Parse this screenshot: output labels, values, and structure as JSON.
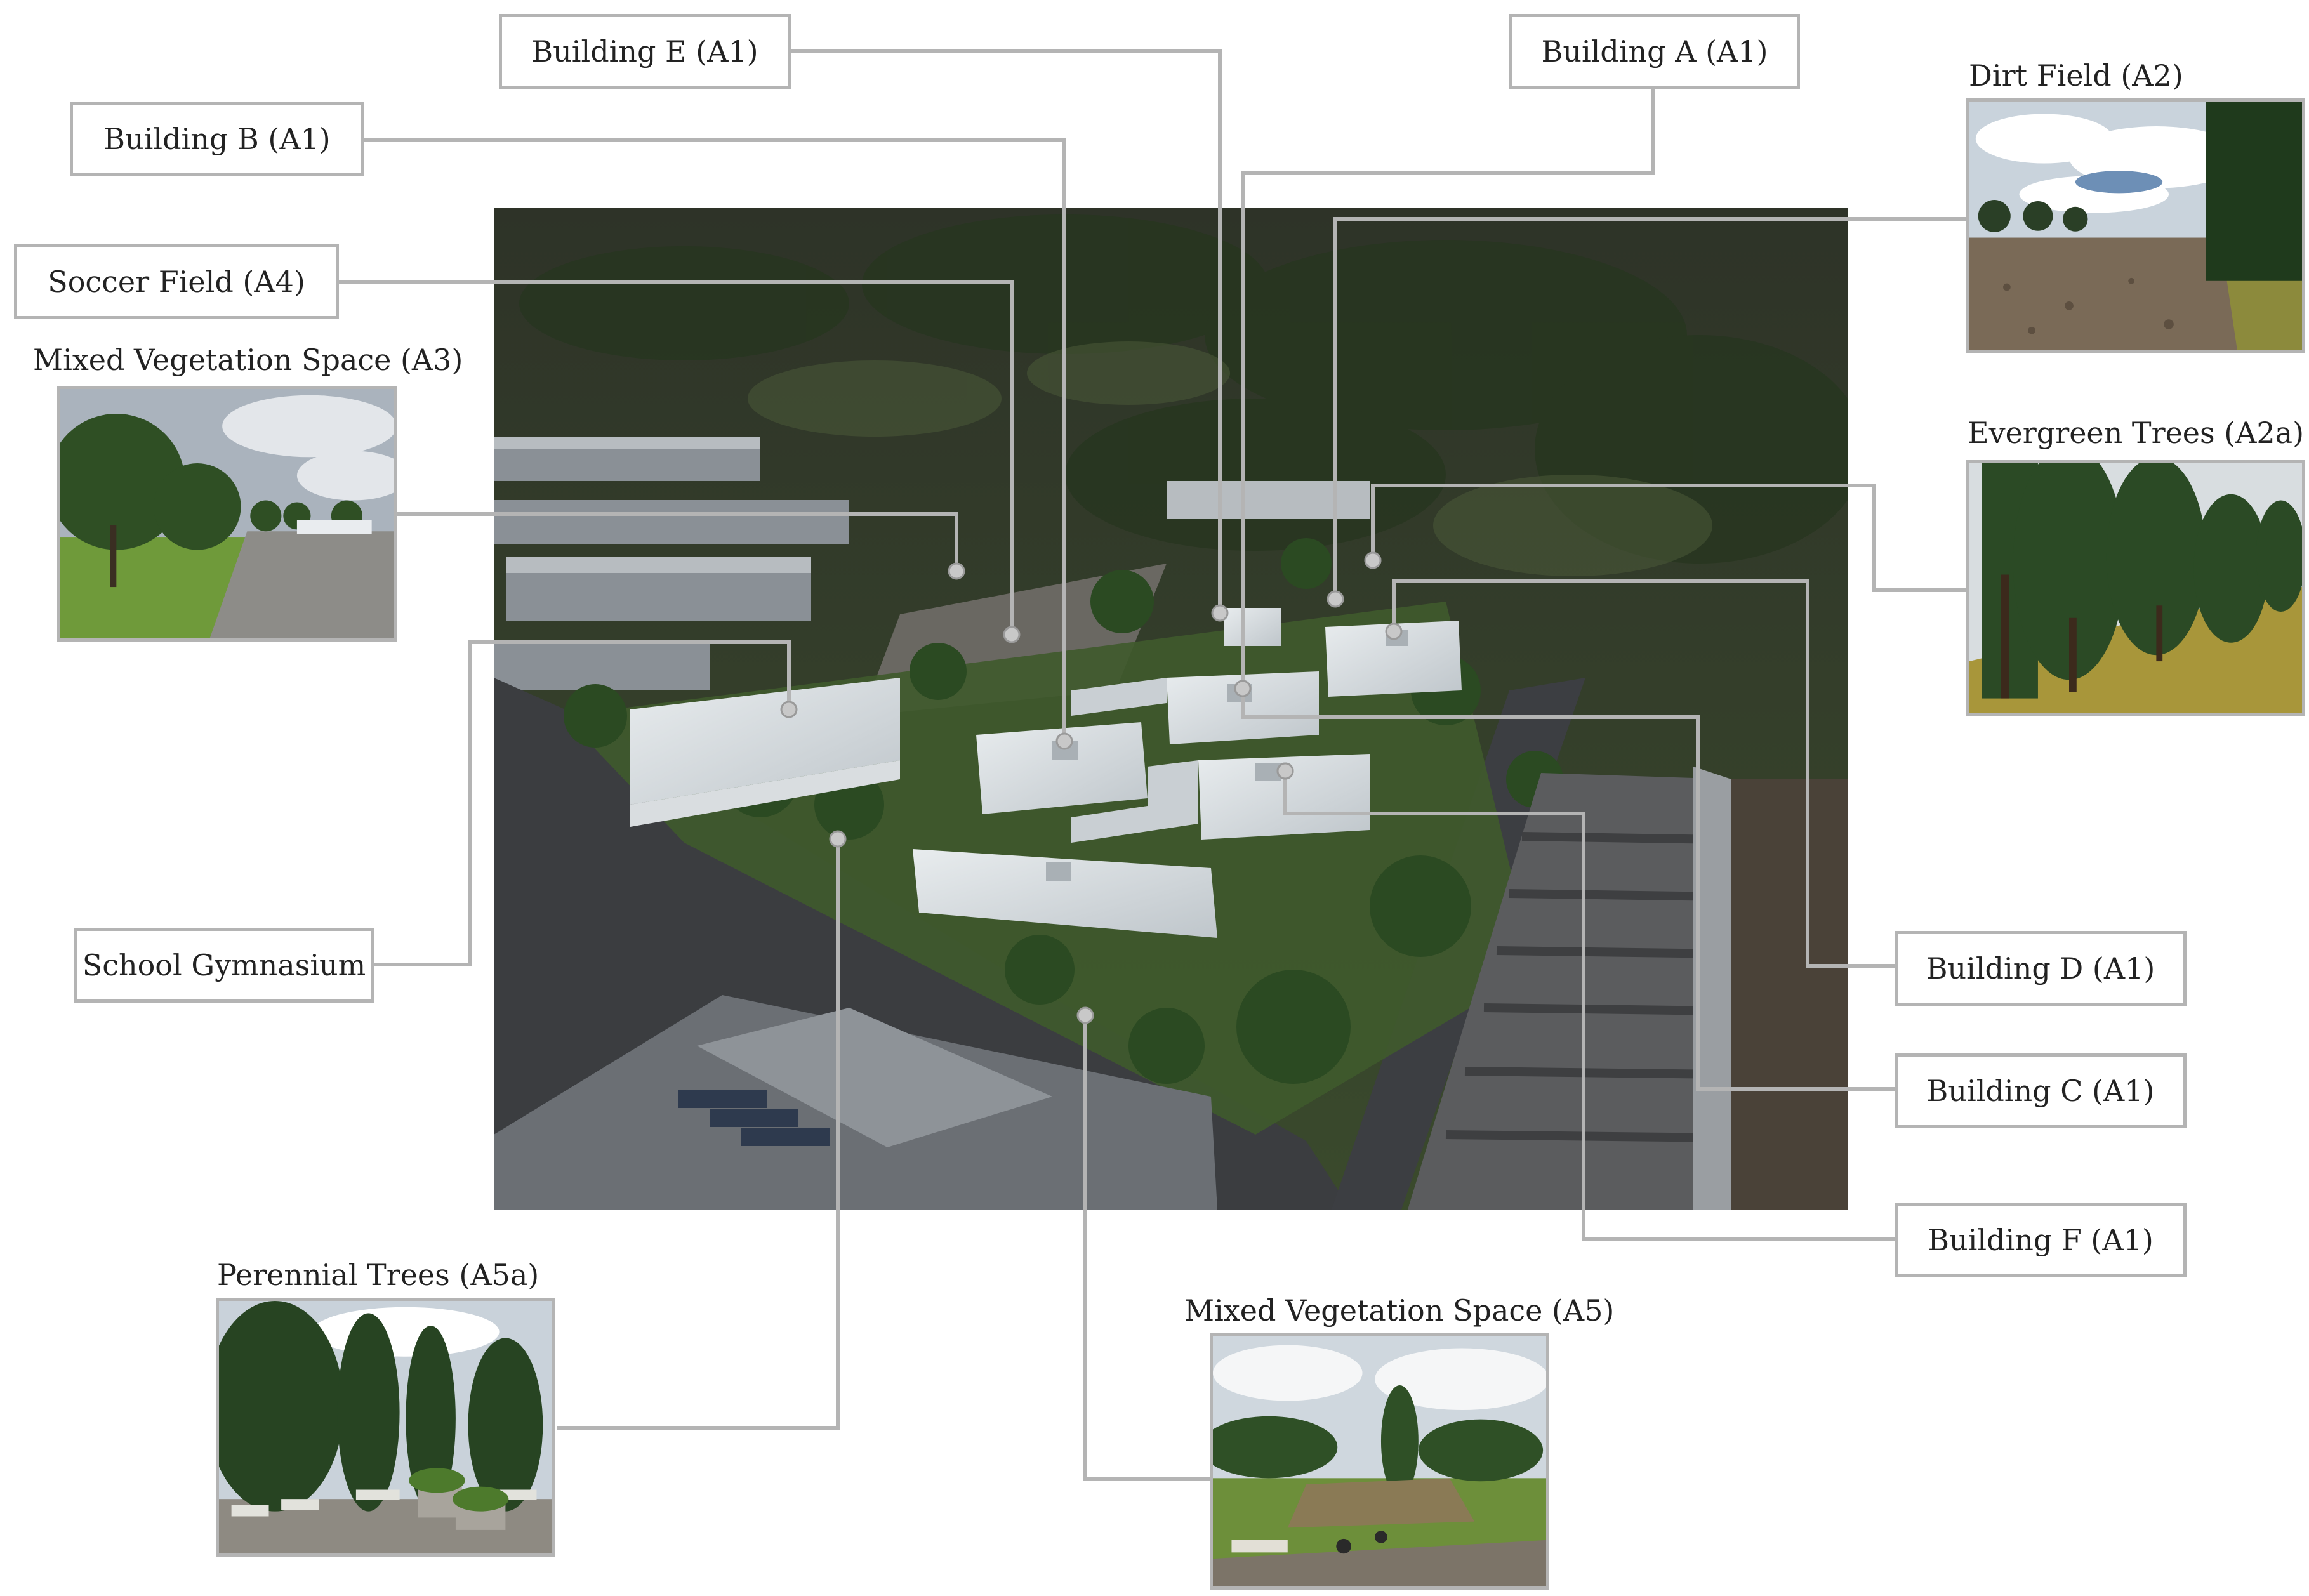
{
  "labels": {
    "building_e": "Building E (A1)",
    "building_a": "Building A (A1)",
    "building_b": "Building B (A1)",
    "soccer_field": "Soccer Field (A4)",
    "school_gym": "School Gymnasium",
    "building_d": "Building D (A1)",
    "building_c": "Building C (A1)",
    "building_f": "Building F (A1)"
  },
  "photo_captions": {
    "dirt_field": "Dirt Field (A2)",
    "mixed_veg_a3": "Mixed Vegetation Space (A3)",
    "evergreen": "Evergreen Trees (A2a)",
    "perennial": "Perennial Trees (A5a)",
    "mixed_veg_a5": "Mixed Vegetation Space (A5)"
  },
  "colors": {
    "leader_line": "#b4b4b4",
    "marker": "#c8c8c8"
  }
}
